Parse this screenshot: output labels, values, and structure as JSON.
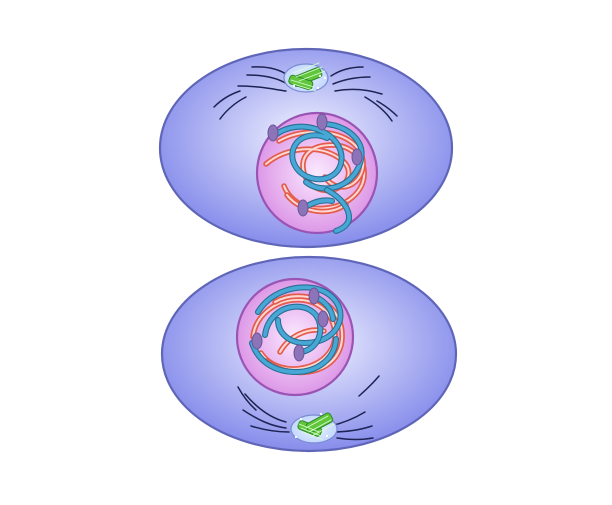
{
  "diagram": {
    "colors": {
      "background": "#ffffff",
      "cell_fill_center": "#f2f3ff",
      "cell_fill_edge": "#6d75e6",
      "cell_stroke": "#5f66b8",
      "nucleus_fill_center": "#fbe9ff",
      "nucleus_fill_edge": "#d88be3",
      "nucleus_stroke": "#9a54b3",
      "chromatid_blue": "#47a8d6",
      "chromatid_blue_stroke": "#286f93",
      "chromatid_red": "#e45c4b",
      "chromatid_red_inner": "#ffd7d2",
      "centromere": "#8d74b8",
      "centrosome_fill": "#bcd2ff",
      "centriole": "#61c63c",
      "centriole_stroke": "#2d8b27",
      "spindle": "#1d2353"
    },
    "cells": [
      {
        "name": "upper-cell",
        "centrosome_position": "top"
      },
      {
        "name": "lower-cell",
        "centrosome_position": "bottom"
      }
    ]
  }
}
